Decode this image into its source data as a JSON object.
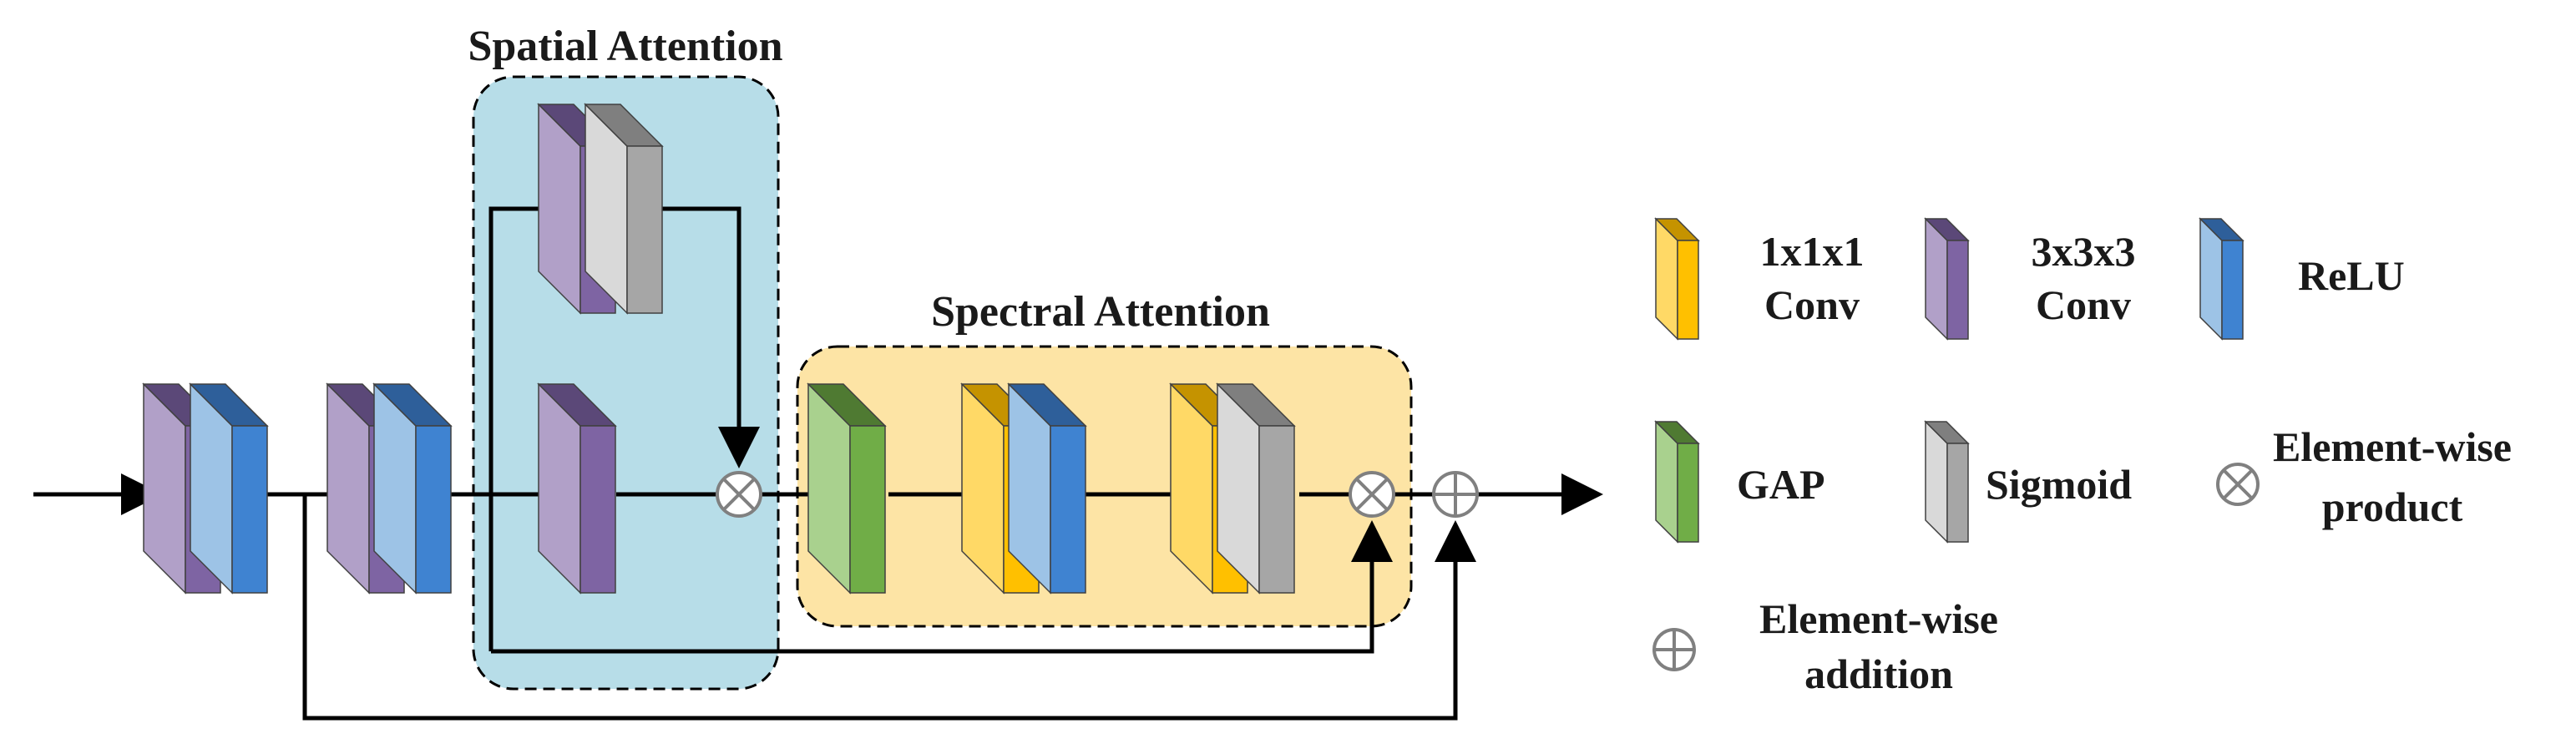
{
  "regions": {
    "spatial": {
      "title": "Spatial Attention",
      "fill": "#b7dde8"
    },
    "spectral": {
      "title": "Spectral Attention",
      "fill": "#fde4a5"
    }
  },
  "legend": {
    "conv1x1": {
      "line1": "1x1x1",
      "line2": "Conv"
    },
    "conv3x3": {
      "line1": "3x3x3",
      "line2": "Conv"
    },
    "relu": {
      "label": "ReLU"
    },
    "gap": {
      "label": "GAP"
    },
    "sigmoid": {
      "label": "Sigmoid"
    },
    "product": {
      "line1": "Element-wise",
      "line2": "product"
    },
    "addition": {
      "line1": "Element-wise",
      "line2": "addition"
    }
  },
  "colors": {
    "conv3x3": {
      "front": "#b1a0c8",
      "side": "#7e64a3",
      "top": "#5b4878"
    },
    "relu": {
      "front": "#9dc3e6",
      "side": "#3f83d1",
      "top": "#2e5f9a"
    },
    "conv1x1": {
      "front": "#ffd966",
      "side": "#ffc000",
      "top": "#c59300"
    },
    "gap": {
      "front": "#a9d18e",
      "side": "#70ad47",
      "top": "#4f7a32"
    },
    "sigmoid": {
      "front": "#d9d9d9",
      "side": "#a6a6a6",
      "top": "#7f7f7f"
    },
    "line": "#000000",
    "operator": "#7f7f7f"
  }
}
